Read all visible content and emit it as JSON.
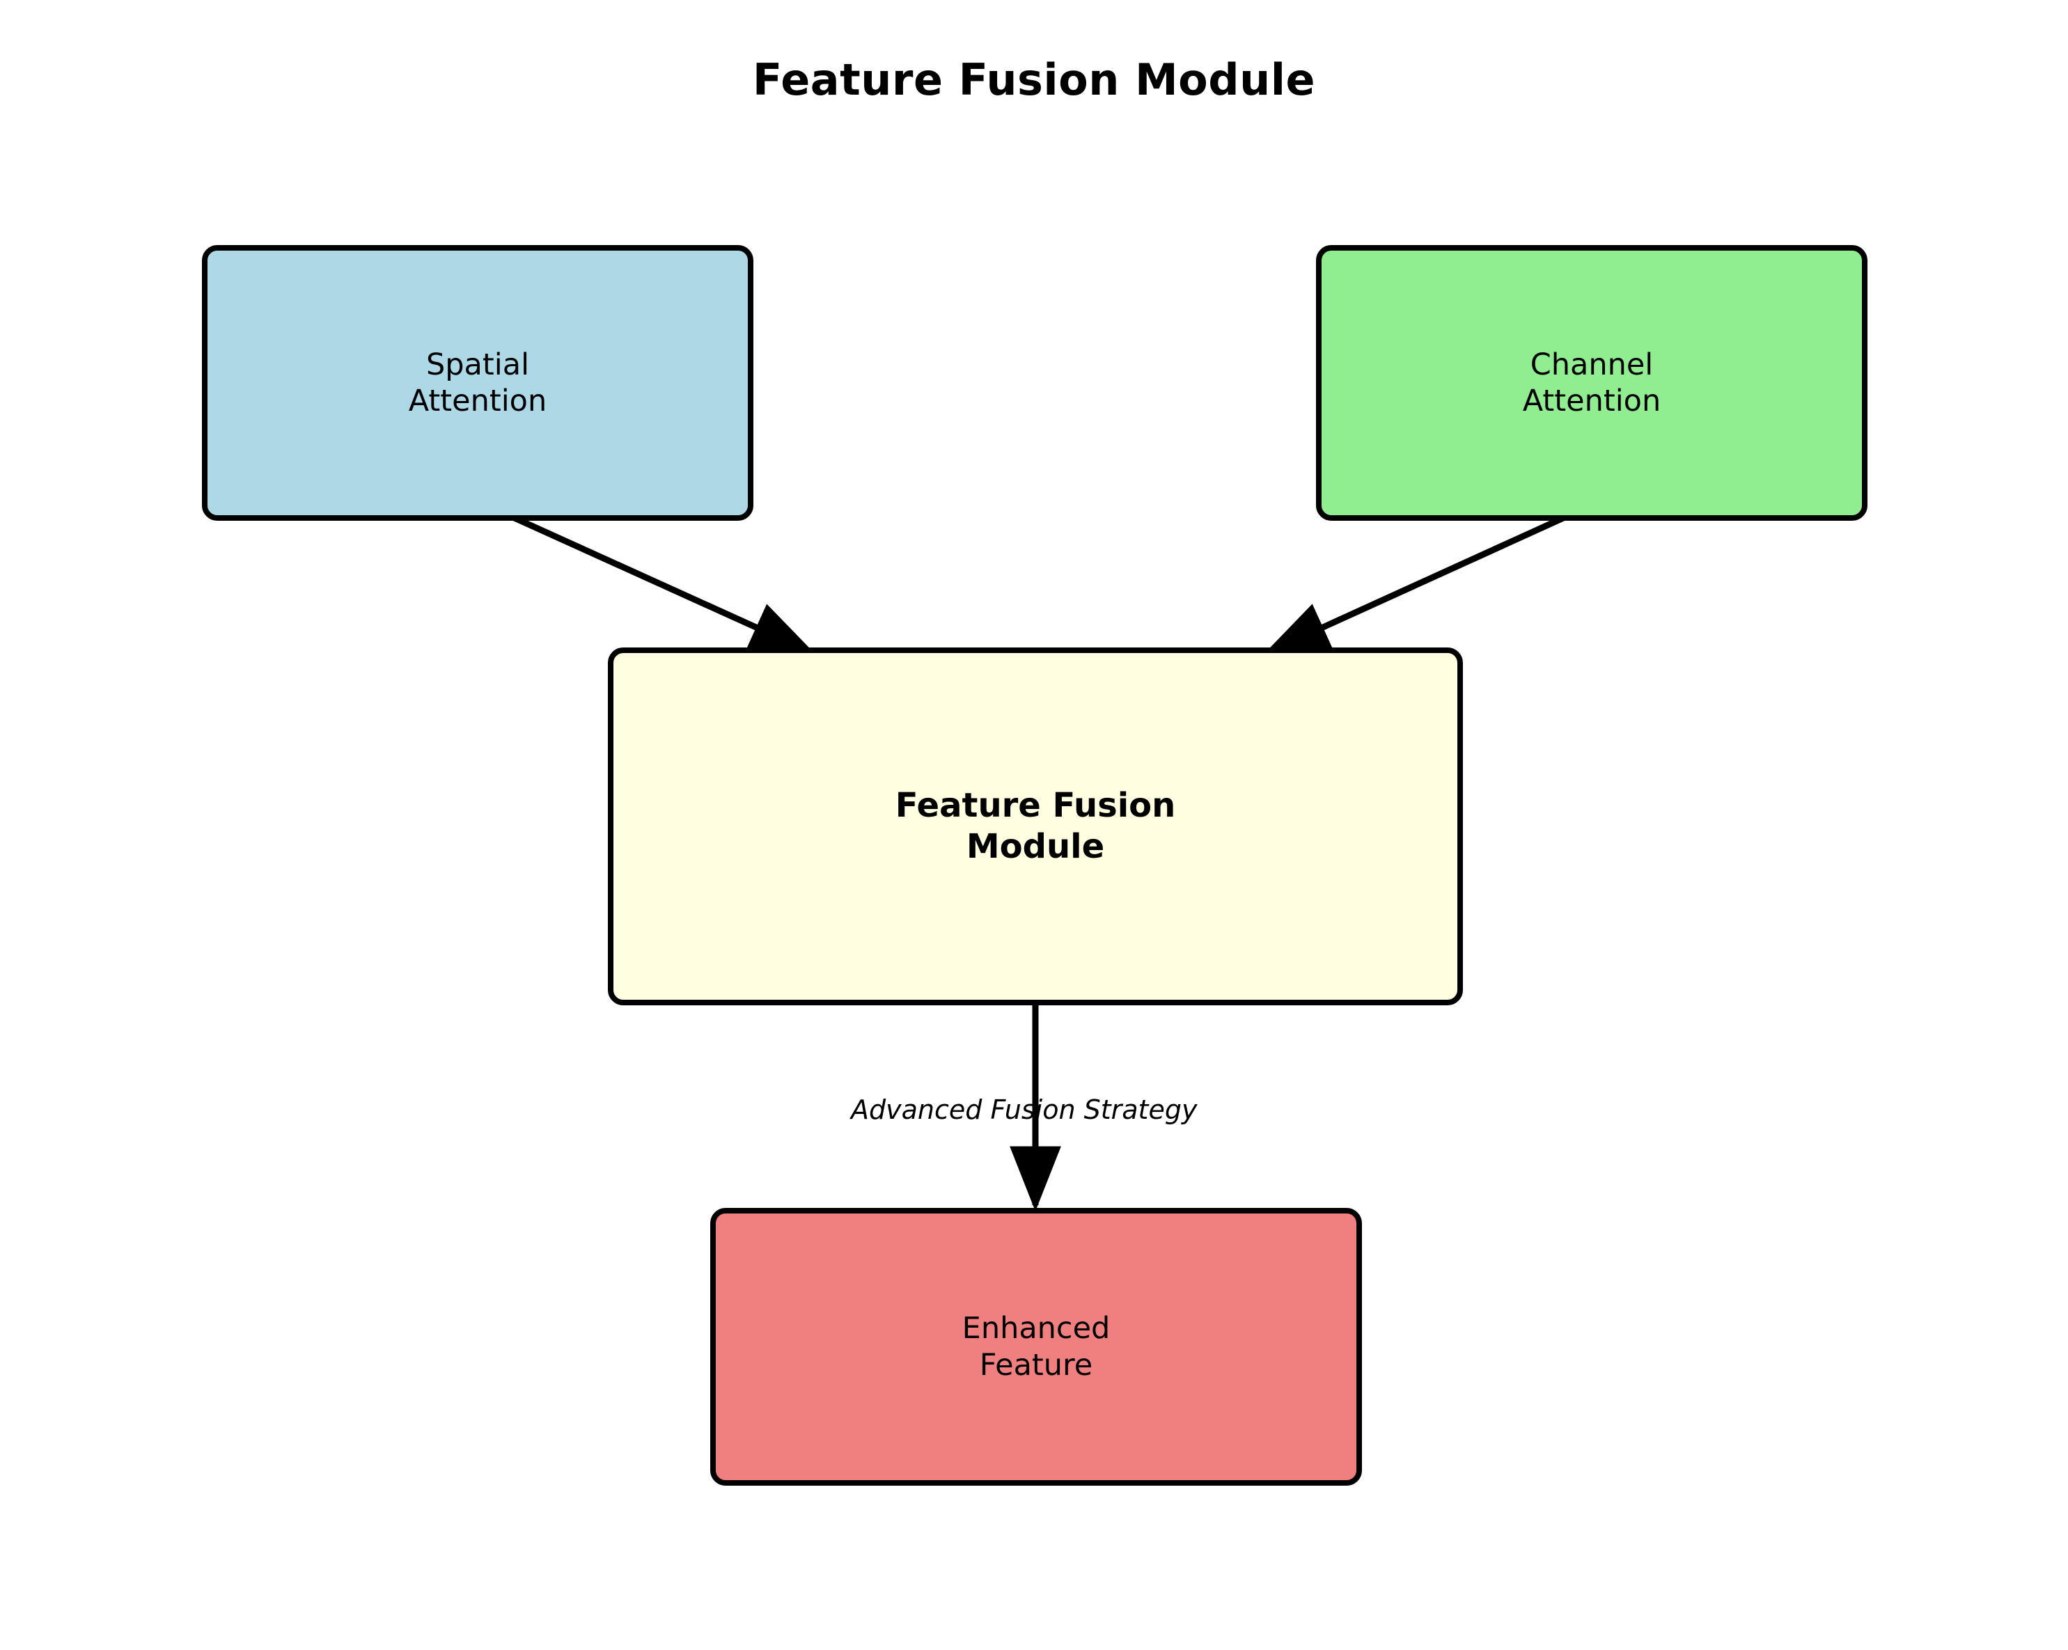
{
  "diagram": {
    "title": "Feature Fusion Module",
    "background_color": "#ffffff",
    "nodes": [
      {
        "id": "spatial_attention",
        "label": "Spatial\nAttention",
        "fill": "#add8e6",
        "border": "#000000",
        "bold": false
      },
      {
        "id": "channel_attention",
        "label": "Channel\nAttention",
        "fill": "#90ee90",
        "border": "#000000",
        "bold": false
      },
      {
        "id": "feature_fusion_module",
        "label": "Feature Fusion\nModule",
        "fill": "#fffee0",
        "border": "#000000",
        "bold": true
      },
      {
        "id": "enhanced_feature",
        "label": "Enhanced\nFeature",
        "fill": "#f08080",
        "border": "#000000",
        "bold": false
      }
    ],
    "edges": [
      {
        "id": "spatial_to_fusion",
        "from": "spatial_attention",
        "to": "feature_fusion_module",
        "label": "",
        "color": "#000000"
      },
      {
        "id": "channel_to_fusion",
        "from": "channel_attention",
        "to": "feature_fusion_module",
        "label": "",
        "color": "#000000"
      },
      {
        "id": "fusion_to_enhanced",
        "from": "feature_fusion_module",
        "to": "enhanced_feature",
        "label": "Advanced Fusion Strategy",
        "color": "#000000"
      }
    ]
  }
}
